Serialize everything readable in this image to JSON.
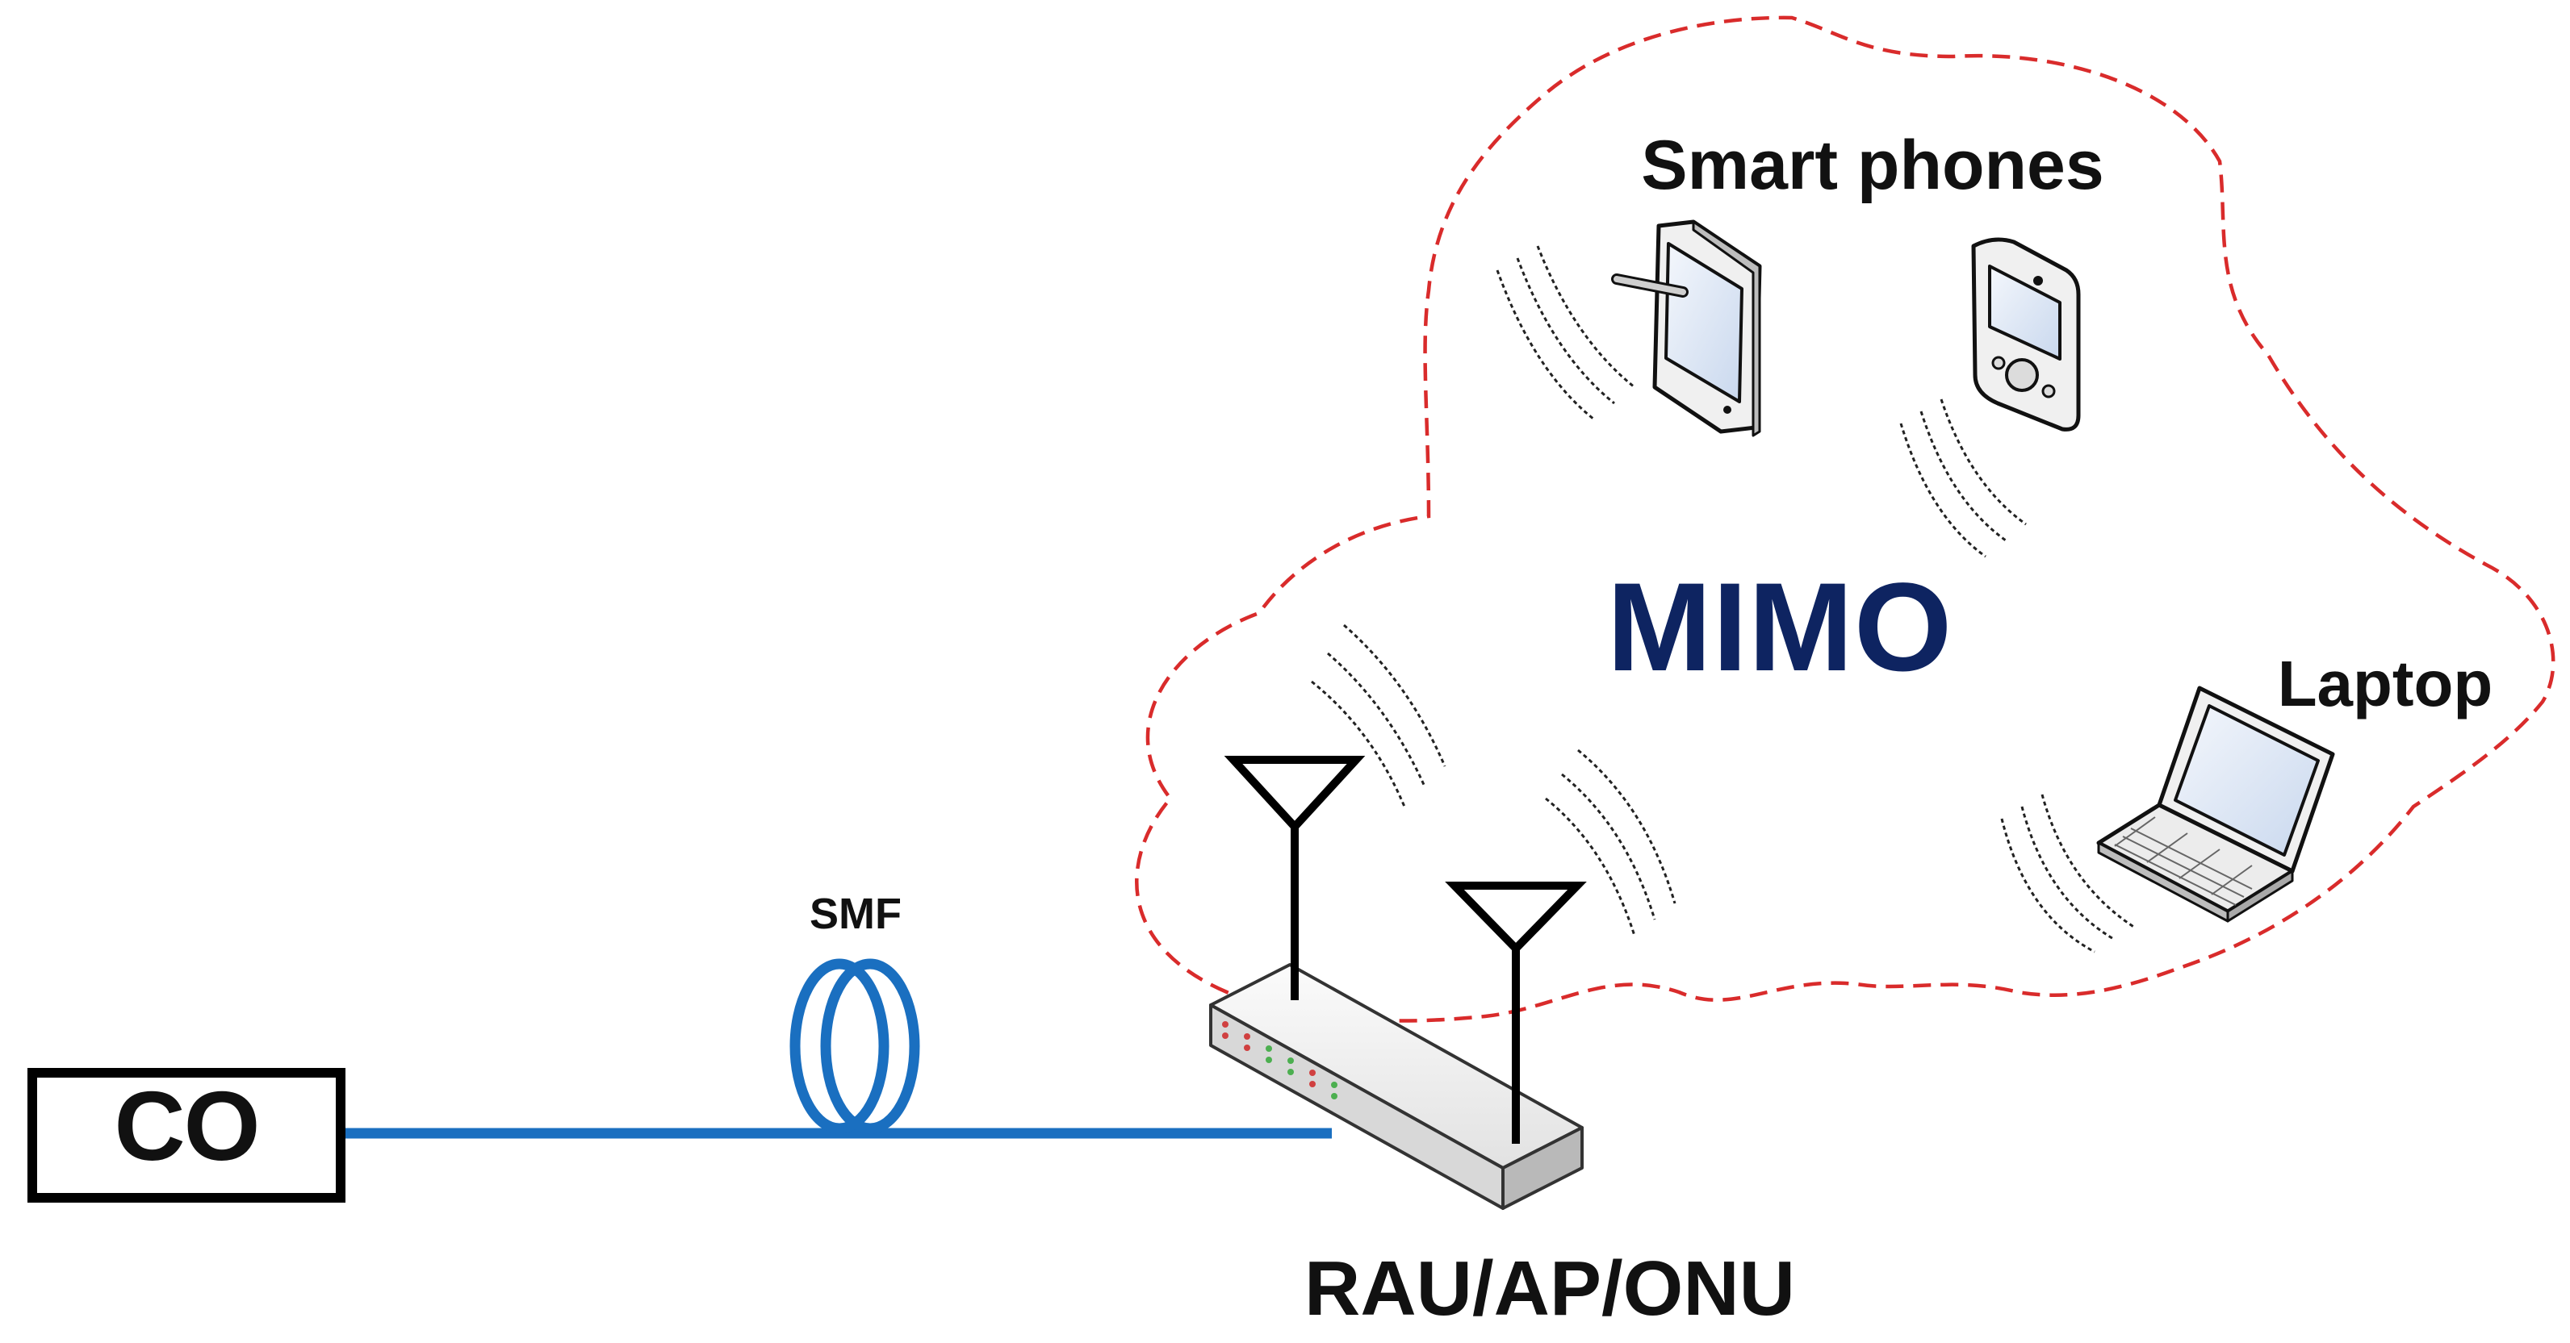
{
  "labels": {
    "co": "CO",
    "smf": "SMF",
    "rau": "RAU/AP/ONU",
    "mimo": "MIMO",
    "smart_phones": "Smart phones",
    "laptop": "Laptop"
  },
  "colors": {
    "fiber": "#1a6fc0",
    "cloud_border": "#d92b2b",
    "mimo_text": "#0e2461",
    "device_screen": "#dfe8f5",
    "device_body": "#f2f2f2",
    "outline": "#111111"
  },
  "icons": [
    "central-office-box",
    "fiber-coil-icon",
    "access-point-icon",
    "antenna-icon",
    "smartphone-icon",
    "pda-icon",
    "laptop-icon",
    "radio-wave-icon"
  ]
}
